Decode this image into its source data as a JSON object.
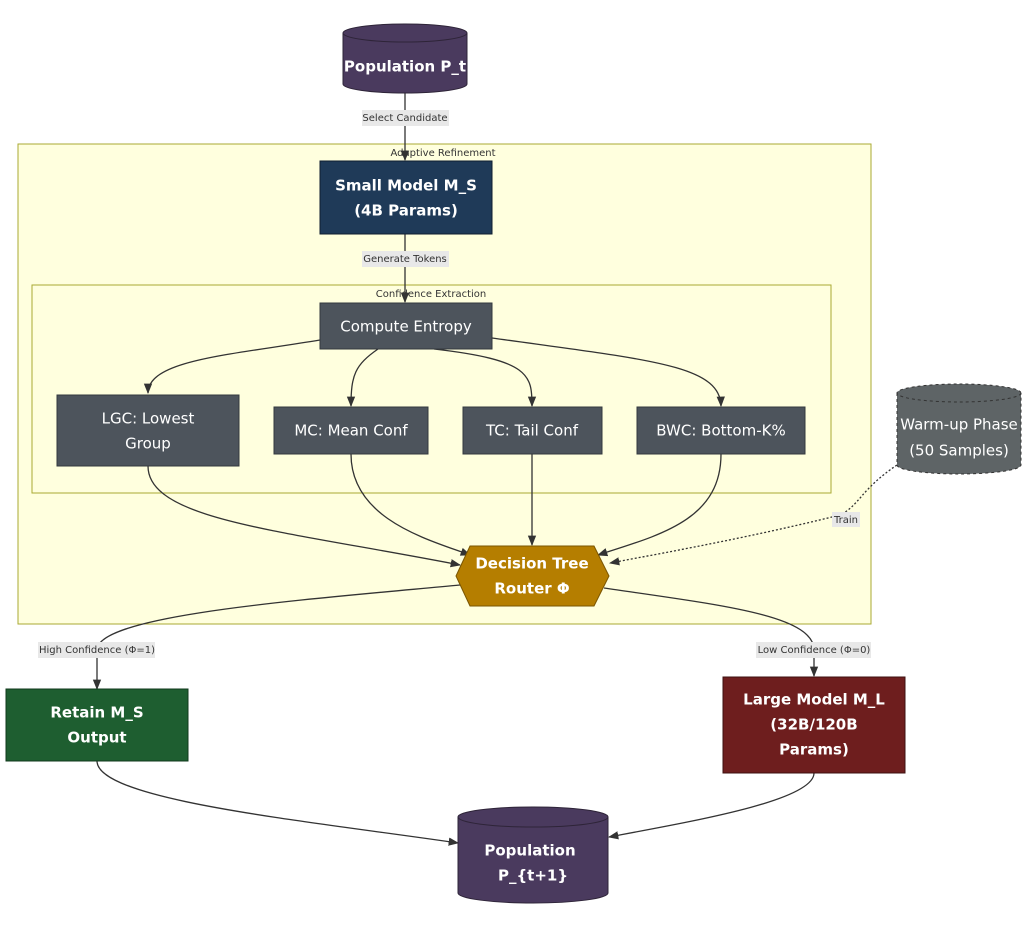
{
  "clusters": {
    "adaptive": "Adaptive Refinement",
    "confidence": "Confidence Extraction"
  },
  "nodes": {
    "population_t": "Population P_t",
    "small_model": [
      "Small Model M_S",
      "(4B Params)"
    ],
    "compute_entropy": "Compute Entropy",
    "lgc": [
      "LGC: Lowest",
      "Group"
    ],
    "mc": "MC: Mean Conf",
    "tc": "TC: Tail Conf",
    "bwc": "BWC: Bottom-K%",
    "warmup": [
      "Warm-up Phase",
      "(50 Samples)"
    ],
    "router": [
      "Decision Tree",
      "Router Φ"
    ],
    "retain": [
      "Retain M_S",
      "Output"
    ],
    "large_model": [
      "Large Model M_L",
      "(32B/120B",
      "Params)"
    ],
    "population_t1": [
      "Population",
      "P_{t+1}"
    ]
  },
  "edge_labels": {
    "select": "Select Candidate",
    "generate": "Generate Tokens",
    "train": "Train",
    "high": "High Confidence (Φ=1)",
    "low": "Low Confidence (Φ=0)"
  },
  "colors": {
    "cluster_fill": "#ffffde",
    "cluster_stroke": "#aaaa33",
    "population": "#4a3a5e",
    "small_model": "#1f3a58",
    "gray_node": "#4d545c",
    "warmup": "#5e6466",
    "router": "#b57e00",
    "retain": "#1e5e30",
    "large_model": "#6e1e1e"
  }
}
